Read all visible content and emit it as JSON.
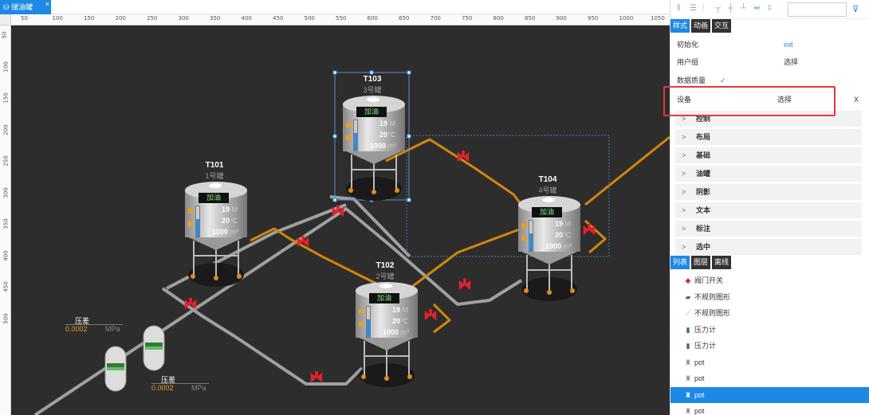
{
  "tab": {
    "title": "储油罐",
    "close": "×"
  },
  "ruler": {
    "h_ticks": [
      "50",
      "100",
      "150",
      "200",
      "250",
      "300",
      "350",
      "400",
      "450",
      "500",
      "550",
      "600",
      "650",
      "700",
      "750",
      "800",
      "850",
      "900",
      "950",
      "1000",
      "1050"
    ],
    "v_ticks": [
      "50",
      "100",
      "150",
      "200",
      "250",
      "300",
      "350",
      "400",
      "450",
      "500"
    ]
  },
  "tanks": [
    {
      "id": "T103",
      "name": "3号罐",
      "button": "加油",
      "level": "19",
      "level_unit": "M",
      "temp": "20",
      "temp_unit": "℃",
      "volume": "1000",
      "volume_unit": "m³"
    },
    {
      "id": "T101",
      "name": "1号罐",
      "button": "加油",
      "level": "19",
      "level_unit": "M",
      "temp": "20",
      "temp_unit": "℃",
      "volume": "1000",
      "volume_unit": "m³"
    },
    {
      "id": "T104",
      "name": "4号罐",
      "button": "加油",
      "level": "19",
      "level_unit": "M",
      "temp": "20",
      "temp_unit": "℃",
      "volume": "1000",
      "volume_unit": "m³"
    },
    {
      "id": "T102",
      "name": "2号罐",
      "button": "加油",
      "level": "19",
      "level_unit": "M",
      "temp": "20",
      "temp_unit": "℃",
      "volume": "1000",
      "volume_unit": "m³"
    }
  ],
  "gauges": [
    {
      "title": "压差",
      "value": "0.0002",
      "unit": "MPa"
    },
    {
      "title": "压差",
      "value": "0.0002",
      "unit": "MPa"
    }
  ],
  "colors": {
    "accent": "#1e88e5",
    "pipe_orange": "#d4860b",
    "pipe_gray": "#a0a0a0",
    "valve": "#e8202a",
    "canvas": "#2d2d2d",
    "highlight": "#e53935"
  },
  "panel": {
    "tabs": [
      "样式",
      "动画",
      "交互"
    ],
    "props": [
      {
        "key": "初始化",
        "value": "init"
      },
      {
        "key": "用户组",
        "value": "选择"
      },
      {
        "key": "数据质量",
        "value": "✓"
      },
      {
        "key": "设备",
        "value": "选择",
        "extra": "X"
      }
    ],
    "sections": [
      "控制",
      "布局",
      "基础",
      "油罐",
      "阴影",
      "文本",
      "标注",
      "选中"
    ],
    "list_tabs": [
      "列表",
      "图层",
      "离线"
    ],
    "list": [
      {
        "label": "阀门开关",
        "icon": "valve-icon"
      },
      {
        "label": "不规则图形",
        "icon": "shape-icon"
      },
      {
        "label": "不规则图形",
        "icon": "line-icon"
      },
      {
        "label": "压力计",
        "icon": "gauge-icon"
      },
      {
        "label": "压力计",
        "icon": "gauge-icon"
      },
      {
        "label": "pot",
        "icon": "pot-icon"
      },
      {
        "label": "pot",
        "icon": "pot-icon"
      },
      {
        "label": "pot",
        "icon": "pot-icon",
        "selected": true
      },
      {
        "label": "pot",
        "icon": "pot-icon"
      }
    ]
  }
}
